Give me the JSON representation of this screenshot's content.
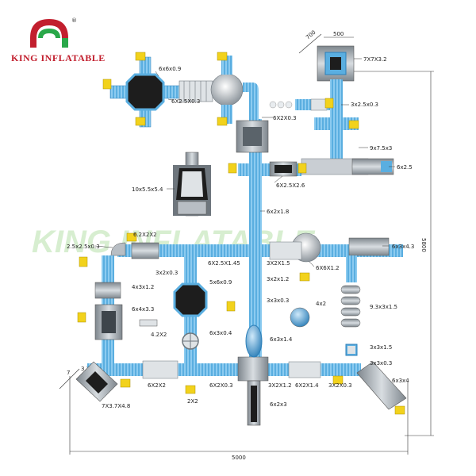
{
  "brand": {
    "name": "KING INFLATABLE",
    "registered": "®",
    "colors": {
      "red": "#c21f2e",
      "green": "#2aa84a",
      "yellow": "#f2c230"
    }
  },
  "watermark": "KING INFLATABLE",
  "colors": {
    "blue": "#5aaee0",
    "blue_dark": "#2d7fb8",
    "gray": "#b8bec4",
    "gray_dark": "#6e767d",
    "yellow": "#f2d21c",
    "black": "#1d1d1d",
    "line": "#333333"
  },
  "labels": [
    {
      "id": "l1",
      "text": "6x6x0.9"
    },
    {
      "id": "l2",
      "text": "6X2.5X0.3"
    },
    {
      "id": "l3",
      "text": "6X2X0.3"
    },
    {
      "id": "l4",
      "text": "3x2.5x0.3"
    },
    {
      "id": "l5",
      "text": "9x7.5x3"
    },
    {
      "id": "l6",
      "text": "6x2.5"
    },
    {
      "id": "l7",
      "text": "7X7X3.2"
    },
    {
      "id": "l8",
      "text": "10x5.5x5.4"
    },
    {
      "id": "l9",
      "text": "6X2.5X2.6"
    },
    {
      "id": "l10",
      "text": "6x2x1.8"
    },
    {
      "id": "l11",
      "text": "6.2X2X2"
    },
    {
      "id": "l12",
      "text": "2.5x2.5x0.3"
    },
    {
      "id": "l13",
      "text": "6X2.5X1.45"
    },
    {
      "id": "l14",
      "text": "3X2X1.5"
    },
    {
      "id": "l15",
      "text": "6X6X1.2"
    },
    {
      "id": "l16",
      "text": "6x3x4.3"
    },
    {
      "id": "l17",
      "text": "3x2x0.3"
    },
    {
      "id": "l18",
      "text": "3x2x1.2"
    },
    {
      "id": "l19",
      "text": "5x6x0.9"
    },
    {
      "id": "l20",
      "text": "4x3x1.2"
    },
    {
      "id": "l21",
      "text": "3x3x0.3"
    },
    {
      "id": "l22",
      "text": "4x2"
    },
    {
      "id": "l23",
      "text": "6x4x3.3"
    },
    {
      "id": "l24",
      "text": "9.3x3x1.5"
    },
    {
      "id": "l25",
      "text": "4.2X2"
    },
    {
      "id": "l26",
      "text": "6x3x0.4"
    },
    {
      "id": "l27",
      "text": "6x3x1.4"
    },
    {
      "id": "l28",
      "text": "3x3x1.5"
    },
    {
      "id": "l29",
      "text": "3x3x0.3"
    },
    {
      "id": "l30",
      "text": "6X2X2"
    },
    {
      "id": "l31",
      "text": "6X2X0.3"
    },
    {
      "id": "l32",
      "text": "3X2X1.2"
    },
    {
      "id": "l33",
      "text": "6X2X1.4"
    },
    {
      "id": "l34",
      "text": "3X2X0.3"
    },
    {
      "id": "l35",
      "text": "6x3x4"
    },
    {
      "id": "l36",
      "text": "7X3.7X4.8"
    },
    {
      "id": "l37",
      "text": "2X2"
    },
    {
      "id": "l38",
      "text": "6x2x3"
    }
  ],
  "dimensions": {
    "width_total": "5000",
    "height_total": "5800",
    "top_a": "700",
    "top_b": "500",
    "left_a": "7",
    "left_b": "3.7"
  }
}
